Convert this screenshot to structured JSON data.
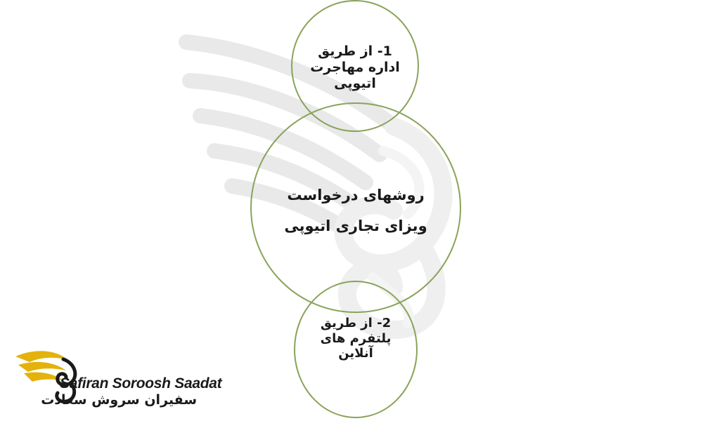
{
  "diagram": {
    "center_node": {
      "lines": [
        "روشهای درخواست",
        "ویزای تجاری اتیوپی"
      ]
    },
    "top_node": {
      "lines": [
        "1- از طریق",
        "اداره مهاجرت",
        "اتیوپی"
      ]
    },
    "bottom_node": {
      "lines": [
        "2- از طریق",
        "پلتفرم های",
        "آنلاین"
      ]
    },
    "circle_color": "#8aa35a"
  },
  "logo": {
    "name_en": "Safiran Soroosh Saadat",
    "name_fa": "سفیران سروش سعادت",
    "wing_color": "#e3b20b"
  },
  "watermark": {
    "icon": "wing-swirl-icon",
    "color": "#efefef"
  }
}
